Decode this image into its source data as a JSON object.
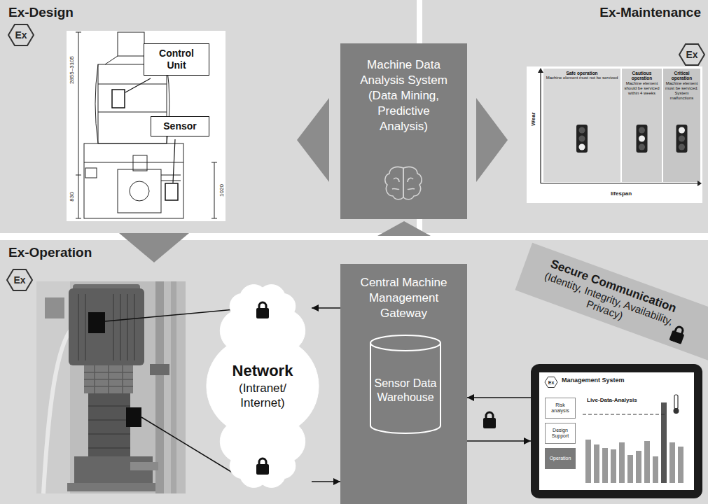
{
  "diagram": {
    "nodes": [
      {
        "text": [
          "Ex-Design"
        ]
      },
      {
        "text": [
          "Control Unit"
        ],
        "in": 0
      },
      {
        "text": [
          "Sensor"
        ],
        "in": 0
      },
      {
        "text": [
          "Machine Data Analysis System (Data Mining, Predictive Analysis)"
        ]
      },
      {
        "text": [
          "Ex-Maintenance"
        ]
      },
      {
        "text": [
          "Safe operation",
          "Machine element must not be serviced"
        ],
        "in": 4
      },
      {
        "text": [
          "Cautious operation",
          "Machine element should be serviced within 4 weeks"
        ],
        "in": 4
      },
      {
        "text": [
          "Critical operation",
          "Machine element must be serviced. System malfunctions"
        ],
        "in": 4
      },
      {
        "text": [
          "Ex-Operation"
        ]
      },
      {
        "text": [
          "Network",
          "(Intranet/ Internet)"
        ],
        "in": 8
      },
      {
        "text": [
          "Central Machine Management Gateway"
        ],
        "in": 8
      },
      {
        "text": [
          "Sensor Data Warehouse"
        ],
        "in": 10
      },
      {
        "text": [
          "Secure Communication",
          "(Identity, Integrity, Availability, Privacy)"
        ],
        "in": 8
      },
      {
        "text": [
          "Management System"
        ],
        "in": 8
      },
      {
        "text": [
          "Risk analysis"
        ],
        "in": 13
      },
      {
        "text": [
          "Design Support"
        ],
        "in": 13
      },
      {
        "text": [
          "Operation"
        ],
        "in": 13
      }
    ],
    "edges": [
      {
        "from": 3,
        "to": 0,
        "arrow": "to"
      },
      {
        "from": 3,
        "to": 4,
        "arrow": "to"
      },
      {
        "from": 0,
        "to": 8,
        "arrow": "to"
      },
      {
        "from": 10,
        "to": 3,
        "arrow": "to"
      },
      {
        "from": 10,
        "to": 9,
        "arrow": "to"
      },
      {
        "from": 9,
        "to": 10,
        "arrow": "to"
      },
      {
        "from": 13,
        "to": 10,
        "arrow": "to"
      },
      {
        "from": 10,
        "to": 13,
        "arrow": "to"
      }
    ],
    "labels": [
      "Ex",
      "2855–3105",
      "830",
      "1020",
      "Ex",
      "Wear",
      "lifespan",
      "Ex",
      "Ex",
      "Live-Data-Analysis"
    ]
  }
}
